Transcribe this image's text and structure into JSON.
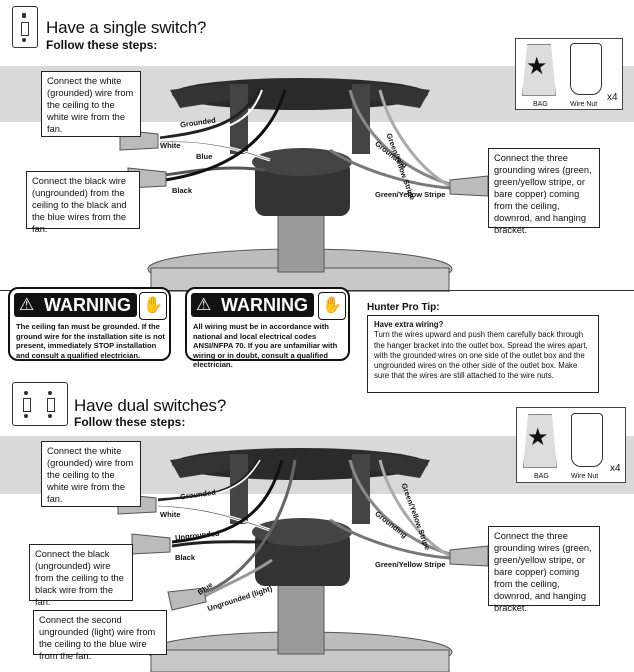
{
  "section1": {
    "title": "Have a single switch?",
    "subtitle": "Follow these steps:",
    "callouts": {
      "white": "Connect the white (grounded) wire from the ceiling to the white wire from the fan.",
      "black": "Connect the black wire (ungrounded) from the ceiling to the black and the blue wires from the fan.",
      "ground": "Connect the three grounding wires (green, green/yellow stripe, or bare copper) coming from the ceiling, downrod, and hanging bracket."
    },
    "wire_labels": {
      "grounded": "Grounded",
      "white": "White",
      "blue": "Blue",
      "black": "Black",
      "grounding": "Grounding",
      "green_yellow_stripe_vertical": "Green/Yellow Stripe",
      "green_yellow_stripe": "Green/Yellow Stripe"
    },
    "parts": {
      "bag": "BAG",
      "wire_nut": "Wire Nut",
      "qty": "x4"
    }
  },
  "warnings": [
    {
      "heading": "WARNING",
      "body": "The ceiling fan must be grounded. If the ground wire for the installation site is not present, immediately STOP installation and consult a qualified electrician."
    },
    {
      "heading": "WARNING",
      "body": "All wiring must be in accordance with national and local electrical codes ANSI/NFPA 70.  If you are unfamiliar with wiring or in doubt, consult a qualified electrician."
    }
  ],
  "tip": {
    "label": "Hunter Pro Tip:",
    "heading": "Have extra wiring?",
    "body": "Turn the wires upward and push them carefully back through the hanger bracket into the outlet box. Spread the wires apart, with the grounded wires on one side of the outlet box and the ungrounded wires on the other side of the outlet box. Make sure that the wires are still attached to the wire nuts."
  },
  "section2": {
    "title": "Have dual switches?",
    "subtitle": "Follow these steps:",
    "callouts": {
      "white": "Connect the white (grounded) wire from the ceiling to the white wire from the fan.",
      "black": "Connect the black (ungrounded) wire from the ceiling to the black wire from the fan.",
      "light": "Connect the second ungrounded (light) wire from the ceiling to the blue wire from the fan.",
      "ground": "Connect the three grounding wires (green, green/yellow stripe, or bare copper) coming from the ceiling, downrod, and hanging bracket."
    },
    "wire_labels": {
      "grounded": "Grounded",
      "white": "White",
      "ungrounded": "Ungrounded",
      "black": "Black",
      "blue": "Blue",
      "ungrounded_light": "Ungrounded (light)",
      "grounding": "Grounding",
      "green_yellow_stripe_vertical": "Green/Yellow Stripe",
      "green_yellow_stripe": "Green/Yellow Stripe"
    },
    "parts": {
      "bag": "BAG",
      "wire_nut": "Wire Nut",
      "qty": "x4"
    }
  }
}
